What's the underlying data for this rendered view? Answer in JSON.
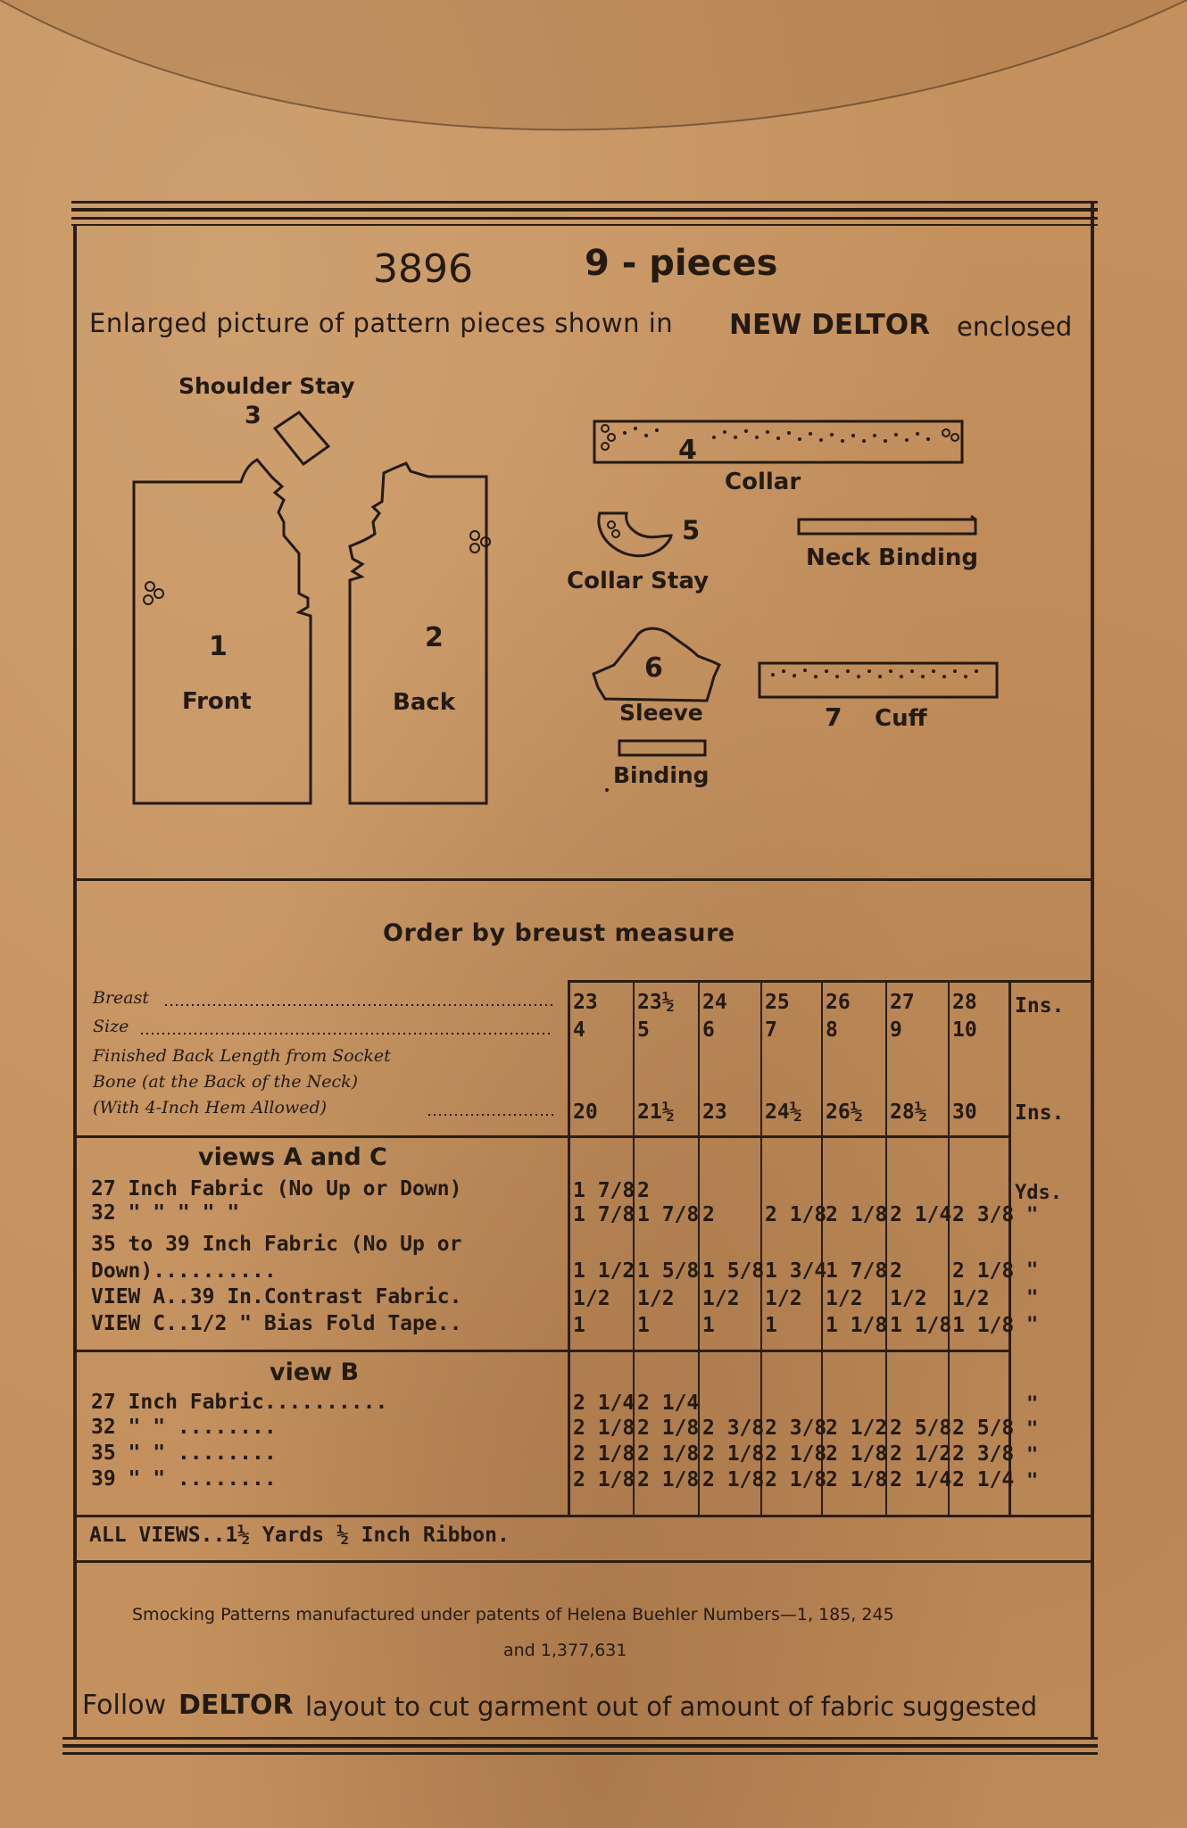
{
  "header": {
    "pattern_number": "3896",
    "pieces_count": "9 - pieces",
    "subtitle_prefix": "Enlarged picture of pattern pieces shown in",
    "subtitle_brand": "NEW DELTOR",
    "subtitle_suffix": "enclosed"
  },
  "pieces": {
    "shoulder_stay": {
      "number": "3",
      "label": "Shoulder Stay"
    },
    "front": {
      "number": "1",
      "label": "Front"
    },
    "back": {
      "number": "2",
      "label": "Back"
    },
    "collar": {
      "number": "4",
      "label": "Collar"
    },
    "collar_stay": {
      "number": "5",
      "label": "Collar Stay"
    },
    "neck_binding": {
      "label": "Neck Binding"
    },
    "sleeve": {
      "number": "6",
      "label": "Sleeve"
    },
    "cuff": {
      "number": "7",
      "label": "Cuff"
    },
    "binding": {
      "label": "Binding"
    }
  },
  "table": {
    "title": "Order by breust measure",
    "labels": {
      "breast": "Breast",
      "size": "Size",
      "finished_1": "Finished Back Length from Socket",
      "finished_2": "Bone (at the Back of the Neck)",
      "finished_3": "(With 4-Inch Hem Allowed)",
      "ins": "Ins.",
      "yds": "Yds.",
      "ditto": "\""
    },
    "breast": [
      "23",
      "23½",
      "24",
      "25",
      "26",
      "27",
      "28"
    ],
    "size": [
      "4",
      "5",
      "6",
      "7",
      "8",
      "9",
      "10"
    ],
    "finished_length": [
      "20",
      "21½",
      "23",
      "24½",
      "26½",
      "28½",
      "30"
    ],
    "views_ac": {
      "heading": "views A and C",
      "row1_label": "27 Inch Fabric (No Up or Down)",
      "row1": [
        "1 7/8",
        "2",
        "",
        "",
        "",
        "",
        ""
      ],
      "row2_label": "32  \"      \"      \"    \"    \"",
      "row2": [
        "1 7/8",
        "1 7/8",
        "2",
        "2 1/8",
        "2 1/8",
        "2 1/4",
        "2 3/8"
      ],
      "row3_label_1": "35 to 39 Inch Fabric (No Up or",
      "row3_label_2": "Down)..........",
      "row3": [
        "1 1/2",
        "1 5/8",
        "1 5/8",
        "1 3/4",
        "1 7/8",
        "2",
        "2 1/8"
      ],
      "row4_label": "VIEW A..39 In.Contrast Fabric.",
      "row4": [
        "1/2",
        "1/2",
        "1/2",
        "1/2",
        "1/2",
        "1/2",
        "1/2"
      ],
      "row5_label": "VIEW C..1/2  \" Bias Fold Tape..",
      "row5": [
        "1",
        "1",
        "1",
        "1",
        "1 1/8",
        "1 1/8",
        "1 1/8"
      ]
    },
    "view_b": {
      "heading": "view B",
      "row1_label": "27 Inch Fabric..........",
      "row1": [
        "2 1/4",
        "2 1/4",
        "",
        "",
        "",
        "",
        ""
      ],
      "row2_label": "32  \"      \"     ........",
      "row2": [
        "2 1/8",
        "2 1/8",
        "2 3/8",
        "2 3/8",
        "2 1/2",
        "2 5/8",
        "2 5/8"
      ],
      "row3_label": "35  \"      \"     ........",
      "row3": [
        "2 1/8",
        "2 1/8",
        "2 1/8",
        "2 1/8",
        "2 1/8",
        "2 1/2",
        "2 3/8"
      ],
      "row4_label": "39  \"      \"     ........",
      "row4": [
        "2 1/8",
        "2 1/8",
        "2 1/8",
        "2 1/8",
        "2 1/8",
        "2 1/4",
        "2 1/4"
      ]
    },
    "all_views": "ALL VIEWS..1½ Yards ½ Inch Ribbon."
  },
  "footer": {
    "patent_line_1": "Smocking Patterns manufactured under patents of Helena Buehler Numbers—1, 185, 245",
    "patent_line_2": "and 1,377,631",
    "follow_prefix": "Follow",
    "follow_brand": "DELTOR",
    "follow_suffix": "layout to cut garment out of amount of fabric suggested"
  },
  "colors": {
    "paper": "#c4915e",
    "ink": "#231a12"
  }
}
